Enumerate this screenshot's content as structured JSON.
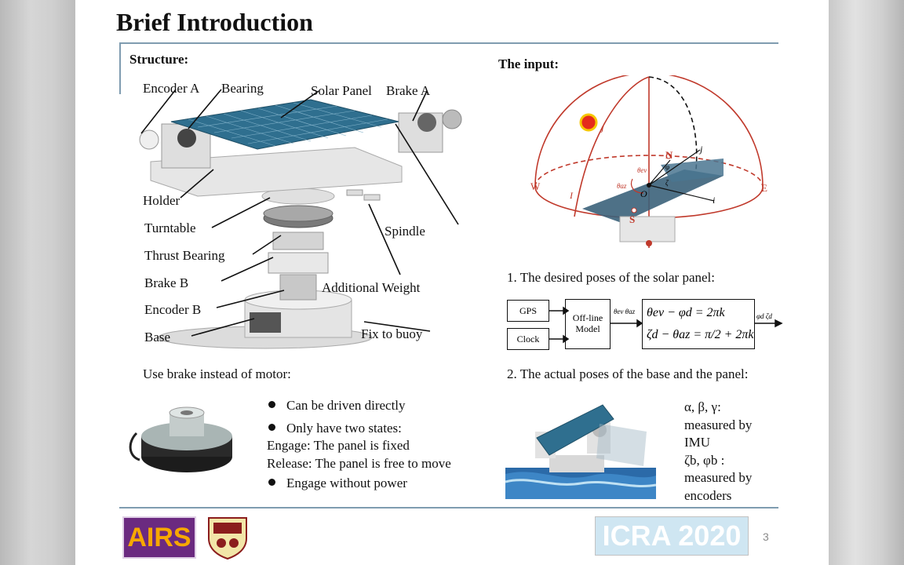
{
  "slide": {
    "title": "Brief Introduction",
    "page_number": "3"
  },
  "structure": {
    "heading": "Structure:",
    "labels": {
      "encoder_a": "Encoder A",
      "bearing": "Bearing",
      "solar_panel": "Solar Panel",
      "brake_a": "Brake A",
      "holder": "Holder",
      "turntable": "Turntable",
      "thrust_bearing": "Thrust Bearing",
      "brake_b": "Brake B",
      "encoder_b": "Encoder B",
      "base": "Base",
      "spindle": "Spindle",
      "additional_weight": "Additional Weight",
      "fix_to_buoy": "Fix to buoy"
    }
  },
  "brake": {
    "heading": "Use brake instead of  motor:",
    "bullets": [
      "Can be driven directly",
      "Only have two states:",
      "Engage without power"
    ],
    "states": [
      "Engage: The panel is fixed",
      "Release: The panel is free to move"
    ]
  },
  "input": {
    "heading": "The input:",
    "sphere_labels": {
      "w": "W",
      "e": "E",
      "n": "N",
      "s": "S",
      "o": "O",
      "i": "i",
      "j": "j",
      "I": "I",
      "J": "J"
    },
    "sphere_angles": {
      "theta_ev": "θev",
      "theta_az": "θaz",
      "phi": "φ",
      "zeta": "ζ"
    },
    "desired_heading": "1. The desired poses of the solar panel:",
    "block": {
      "gps": "GPS",
      "clock": "Clock",
      "model_line1": "Off-line",
      "model_line2": "Model",
      "signals_in": "θev θaz",
      "eq1": "θev − φd = 2πk",
      "eq2": "ζd − θaz = π/2 + 2πk",
      "signals_out": "φd  ζd"
    },
    "actual_heading": "2. The actual poses of the base and the panel:",
    "measure": {
      "line1": "α, β, γ:",
      "line2": "measured by",
      "line3": "IMU",
      "line4": "ζb, φb :",
      "line5": "measured by",
      "line6": "encoders"
    }
  },
  "logos": {
    "airs": "AIRS",
    "icra": "ICRA 2020"
  },
  "colors": {
    "accent_line": "#7f9cb0",
    "sphere": "#c0392b",
    "panel": "#2f6f8f",
    "airs_bg": "#6b2a80",
    "airs_fg": "#f7a800",
    "icra_bg": "#cfe6f2"
  }
}
